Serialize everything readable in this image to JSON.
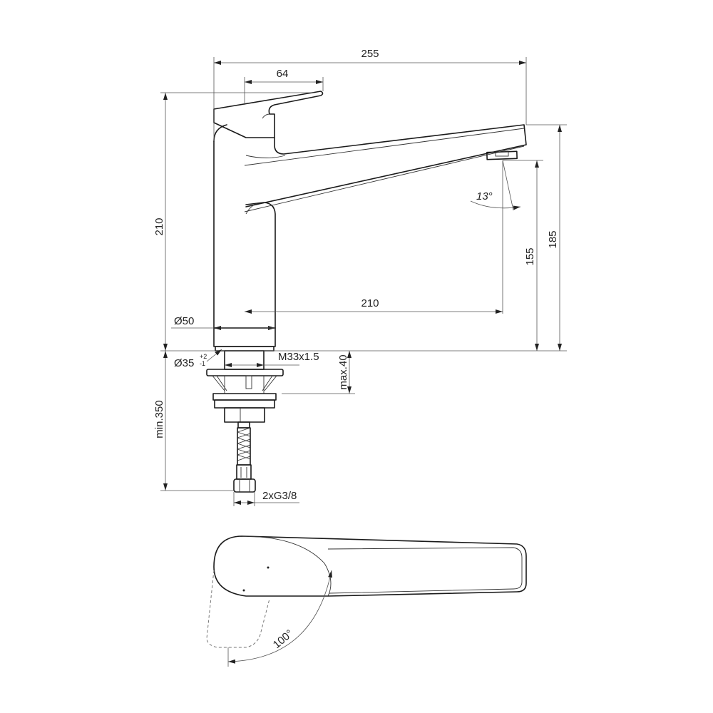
{
  "drawing": {
    "dimensions": {
      "overall_width": "255",
      "lever_length": "64",
      "total_height": "210",
      "spout_reach": "210",
      "spout_height_aerator": "155",
      "spout_height_top": "185",
      "body_diameter": "Ø50",
      "hole_diameter": "Ø35",
      "hole_tol_plus": "+2",
      "hole_tol_minus": "-1",
      "thread": "M33x1.5",
      "max_deck": "max.40",
      "min_hose": "min.350",
      "connection": "2xG3/8",
      "aerator_angle": "13°",
      "swivel_angle": "100°"
    },
    "colors": {
      "line": "#1a1a1a",
      "background": "#ffffff"
    }
  }
}
